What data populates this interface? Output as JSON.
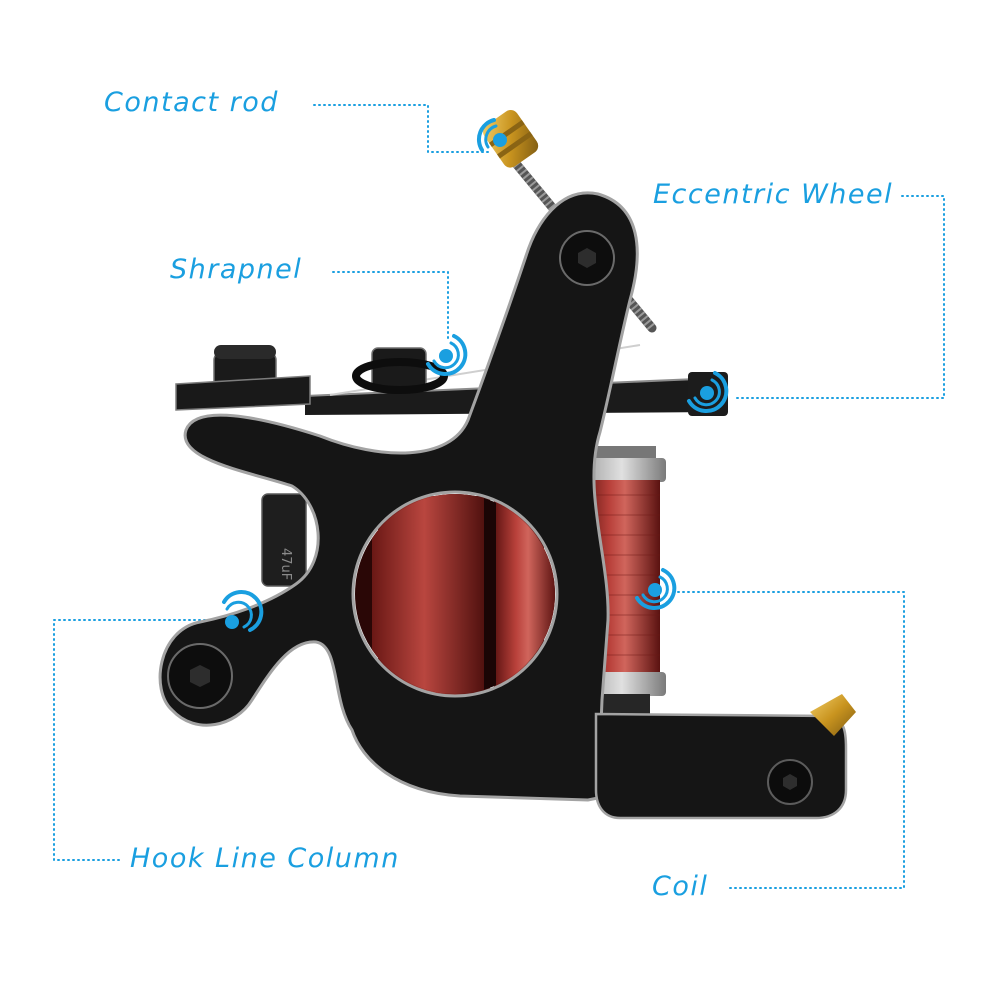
{
  "labels": {
    "contact_rod": "Contact rod",
    "shrapnel": "Shrapnel",
    "eccentric_wheel": "Eccentric Wheel",
    "hook_line_column": "Hook Line Column",
    "coil": "Coil"
  },
  "colors": {
    "callout": "#1a9fe0",
    "frame": "#141414",
    "frame_edge": "#9a9a9a",
    "coil": "#a8332d",
    "coil_dark": "#5e1412",
    "brass": "#d4a12a",
    "background": "#ffffff"
  },
  "icons": {
    "marker": "target-marker-icon",
    "screw": "hex-screw-icon"
  }
}
